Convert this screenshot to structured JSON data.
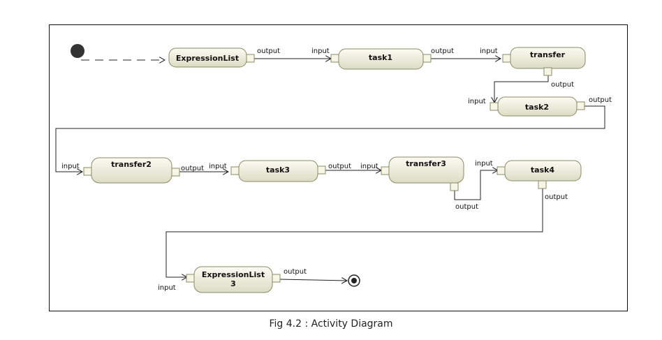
{
  "caption": "Fig 4.2 : Activity Diagram",
  "colors": {
    "action_fill_top": "#fbfbf3",
    "action_fill_bottom": "#dcdcc4",
    "action_stroke": "#8a8a66",
    "pin_fill": "#f6f6e6",
    "edge": "#222222"
  },
  "actions": [
    {
      "id": "expressionlist",
      "lines": [
        "ExpressionList"
      ]
    },
    {
      "id": "task1",
      "lines": [
        "task1"
      ]
    },
    {
      "id": "transfer",
      "lines": [
        "transfer"
      ]
    },
    {
      "id": "task2",
      "lines": [
        "task2"
      ]
    },
    {
      "id": "transfer2",
      "lines": [
        "transfer2"
      ]
    },
    {
      "id": "task3",
      "lines": [
        "task3"
      ]
    },
    {
      "id": "transfer3",
      "lines": [
        "transfer3"
      ]
    },
    {
      "id": "task4",
      "lines": [
        "task4"
      ]
    },
    {
      "id": "expressionlist3",
      "lines": [
        "ExpressionList",
        "3"
      ]
    }
  ],
  "pin_labels": {
    "input": "input",
    "output": "output"
  }
}
